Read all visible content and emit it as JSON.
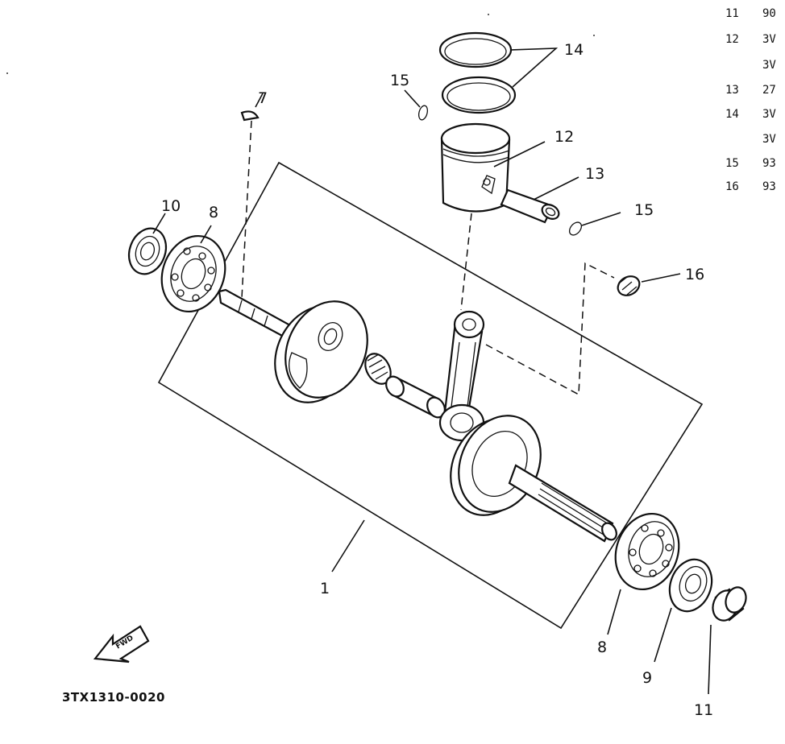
{
  "callouts": {
    "c1": "1",
    "c7": "7",
    "c8a": "8",
    "c8b": "8",
    "c9": "9",
    "c10": "10",
    "c11": "11",
    "c12": "12",
    "c13": "13",
    "c14": "14",
    "c15a": "15",
    "c15b": "15",
    "c16": "16"
  },
  "parts_list": [
    {
      "ref": "11",
      "code": "90"
    },
    {
      "ref": "12",
      "code": "3V"
    },
    {
      "ref": "",
      "code": "3V"
    },
    {
      "ref": "13",
      "code": "27"
    },
    {
      "ref": "14",
      "code": "3V"
    },
    {
      "ref": "",
      "code": "3V"
    },
    {
      "ref": "15",
      "code": "93"
    },
    {
      "ref": "16",
      "code": "93"
    }
  ],
  "fwd_label": "FWD",
  "diagram_code": "3TX1310-0020"
}
